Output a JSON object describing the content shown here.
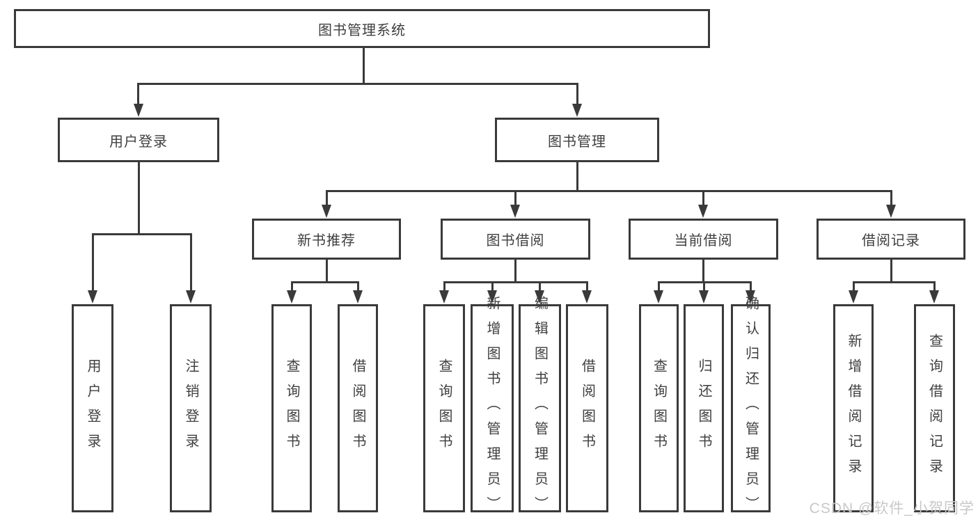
{
  "tree": {
    "root": {
      "label": "图书管理系统"
    },
    "branches": [
      {
        "label": "用户登录",
        "children": [
          {
            "label": "用户登录"
          },
          {
            "label": "注销登录"
          }
        ]
      },
      {
        "label": "图书管理",
        "children": [
          {
            "label": "新书推荐",
            "children": [
              {
                "label": "查询图书"
              },
              {
                "label": "借阅图书"
              }
            ]
          },
          {
            "label": "图书借阅",
            "children": [
              {
                "label": "查询图书"
              },
              {
                "label": "新增图书（管理员）"
              },
              {
                "label": "编辑图书（管理员）"
              },
              {
                "label": "借阅图书"
              }
            ]
          },
          {
            "label": "当前借阅",
            "children": [
              {
                "label": "查询图书"
              },
              {
                "label": "归还图书"
              },
              {
                "label": "确认归还（管理员）"
              }
            ]
          },
          {
            "label": "借阅记录",
            "children": [
              {
                "label": "新增借阅记录"
              },
              {
                "label": "查询借阅记录"
              }
            ]
          }
        ]
      }
    ]
  },
  "watermark": {
    "text": "CSDN @软件_小贺同学"
  },
  "colors": {
    "line": "#3a3a3a",
    "text": "#3f3f3f",
    "watermark": "#c8c8c8",
    "background": "#ffffff"
  }
}
